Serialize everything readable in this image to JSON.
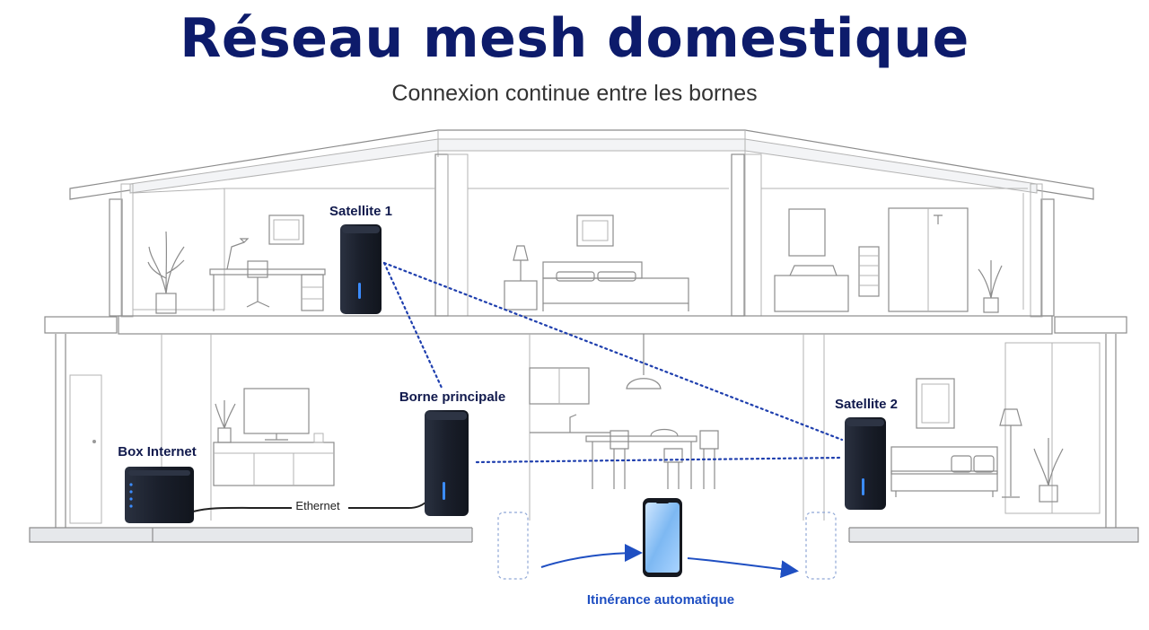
{
  "header": {
    "title": "Réseau mesh domestique",
    "subtitle": "Connexion continue entre les bornes"
  },
  "devices": {
    "satellite1": {
      "label": "Satellite 1"
    },
    "satellite2": {
      "label": "Satellite 2"
    },
    "main_router": {
      "label": "Borne principale"
    },
    "internet_box": {
      "label": "Box Internet"
    }
  },
  "links": {
    "ethernet_label": "Ethernet",
    "roaming_label": "Itinérance automatique"
  },
  "colors": {
    "title": "#0d1b6b",
    "wireless_link": "#1f3fae",
    "roaming": "#1f4fc2",
    "device_body": "#1c2230",
    "status_led": "#3b8cff"
  }
}
